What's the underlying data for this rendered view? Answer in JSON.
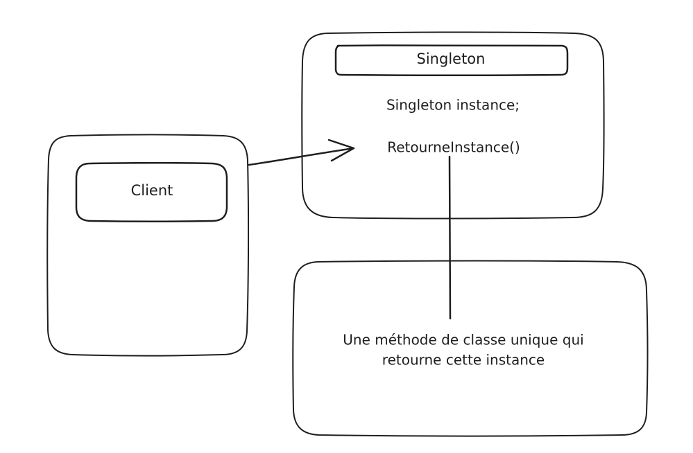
{
  "diagram": {
    "singleton": {
      "title": "Singleton",
      "attribute": "Singleton instance;",
      "method": "RetourneInstance()"
    },
    "client": {
      "title": "Client"
    },
    "note": {
      "line1": "Une méthode de classe unique qui",
      "line2": "retourne cette instance"
    }
  }
}
